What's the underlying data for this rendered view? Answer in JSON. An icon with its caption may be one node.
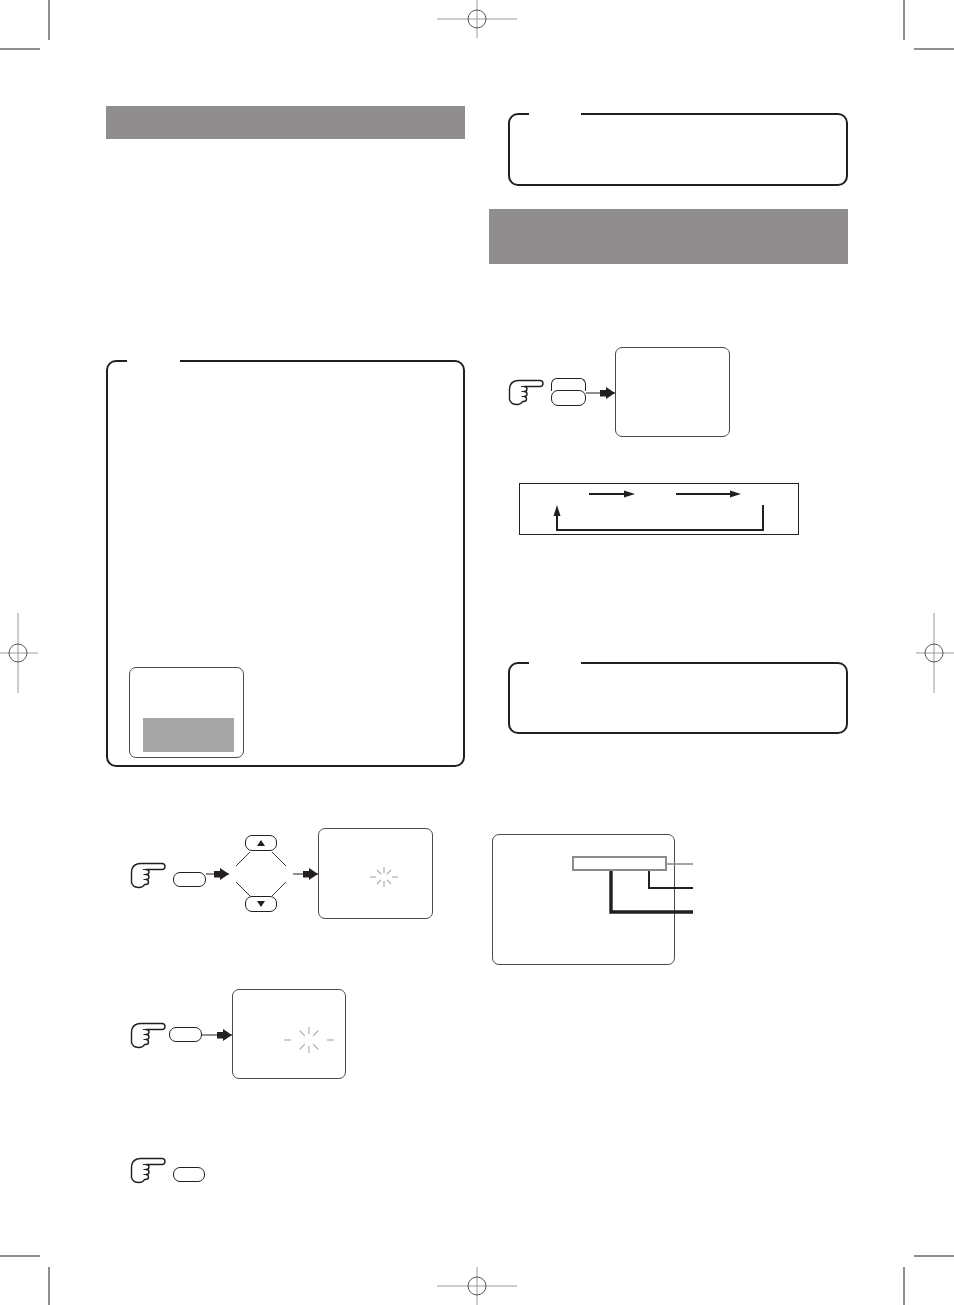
{
  "diagram": {
    "nodes": [
      {
        "text": [],
        "shape": "bar"
      },
      {
        "text": [],
        "shape": "box"
      },
      {
        "text": [],
        "shape": "box",
        "in": 1
      },
      {
        "text": [],
        "shape": "bar",
        "in": 2
      },
      {
        "text": [],
        "shape": "button"
      },
      {
        "text": [],
        "shape": "diamond"
      },
      {
        "text": [],
        "shape": "button"
      },
      {
        "text": [],
        "shape": "button"
      },
      {
        "text": [],
        "shape": "box"
      },
      {
        "text": [],
        "shape": "button"
      },
      {
        "text": [],
        "shape": "box"
      },
      {
        "text": [],
        "shape": "button"
      },
      {
        "text": [],
        "shape": "box"
      },
      {
        "text": [],
        "shape": "bar"
      },
      {
        "text": [],
        "shape": "button"
      },
      {
        "text": [],
        "shape": "button"
      },
      {
        "text": [],
        "shape": "box"
      },
      {
        "text": [],
        "shape": "box"
      },
      {
        "text": [],
        "shape": "box"
      },
      {
        "text": [],
        "shape": "box"
      },
      {
        "text": [],
        "shape": "box",
        "in": 19
      }
    ],
    "edges": [
      {
        "from": 4,
        "to": 5,
        "arrow": "to"
      },
      {
        "from": 5,
        "to": 8,
        "arrow": "to"
      },
      {
        "from": 9,
        "to": 10,
        "arrow": "to"
      },
      {
        "from": 15,
        "to": 16,
        "arrow": "to"
      },
      {
        "from": null,
        "to": 20,
        "arrow": "none",
        "color": "#8c8c8c"
      },
      {
        "from": null,
        "to": 20,
        "arrow": "none"
      },
      {
        "from": null,
        "to": 20,
        "arrow": "none",
        "style": "thick"
      }
    ]
  }
}
